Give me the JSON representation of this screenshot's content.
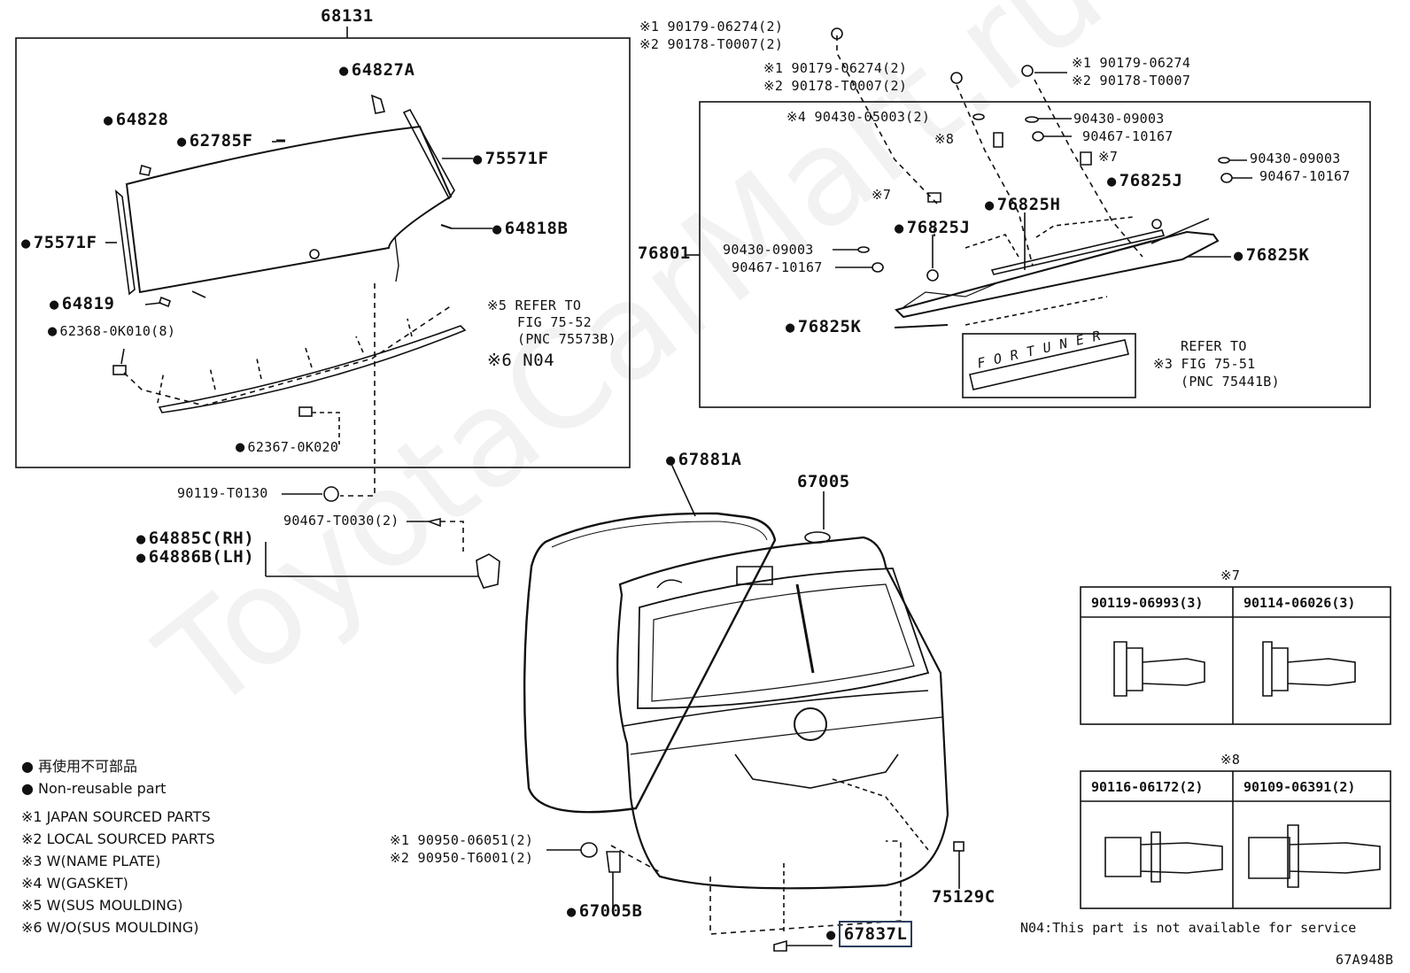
{
  "watermark": "ToyotaCarMart.ru",
  "labels": {
    "l68131": "68131",
    "l64827A": "64827A",
    "l64828": "64828",
    "l62785F": "62785F",
    "l75571F_r": "75571F",
    "l75571F_l": "75571F",
    "l64818B": "64818B",
    "l64819": "64819",
    "l62368": "62368-0K010(8)",
    "l62367": "62367-0K020",
    "ref5_a": "※5 REFER TO",
    "ref5_b": "FIG 75-52",
    "ref5_c": "(PNC 75573B)",
    "ref6": "※6 N04",
    "l90119T": "90119-T0130",
    "l90467T": "90467-T0030(2)",
    "l64885C": "64885C(RH)",
    "l64886B": "64886B(LH)",
    "l67881A": "67881A",
    "l67005": "67005",
    "top1a": "※1 90179-06274(2)",
    "top1b": "※2 90178-T0007(2)",
    "top2a": "※1 90179-06274(2)",
    "top2b": "※2 90178-T0007(2)",
    "top3a": "※1 90179-06274",
    "top3b": "※2 90178-T0007",
    "g4": "※4 90430-05003(2)",
    "s8": "※8",
    "p90430a": "90430-09003",
    "p90467a": "90467-10167",
    "s7a": "※7",
    "p90430b": "90430-09003",
    "p90467b": "90467-10167",
    "s7b": "※7",
    "l76825H": "76825H",
    "l76825J_r": "76825J",
    "l76825J_l": "76825J",
    "l76801": "76801",
    "p90430c": "90430-09003",
    "p90467c": "90467-10167",
    "l76825K_r": "76825K",
    "l76825K_l": "76825K",
    "fortuner": "FORTUNER",
    "ref3_a": "REFER TO",
    "ref3_b": "※3 FIG 75-51",
    "ref3_c": "(PNC 75441B)",
    "legend1": "● 再使用不可部品",
    "legend2": "● Non-reusable part",
    "legend3": "※1  JAPAN SOURCED PARTS",
    "legend4": "※2  LOCAL SOURCED PARTS",
    "legend5": "※3  W(NAME PLATE)",
    "legend6": "※4  W(GASKET)",
    "legend7": "※5  W(SUS MOULDING)",
    "legend8": "※6  W/O(SUS MOULDING)",
    "b1a": "※1 90950-06051(2)",
    "b1b": "※2 90950-T6001(2)",
    "l67005B": "67005B",
    "l75129C": "75129C",
    "l67837L": "67837L",
    "n04note": "N04:This part is not available for service",
    "code": "67A948B"
  },
  "table7": {
    "title": "※7",
    "col1": "90119-06993(3)",
    "col2": "90114-06026(3)"
  },
  "table8": {
    "title": "※8",
    "col1": "90116-06172(2)",
    "col2": "90109-06391(2)"
  }
}
